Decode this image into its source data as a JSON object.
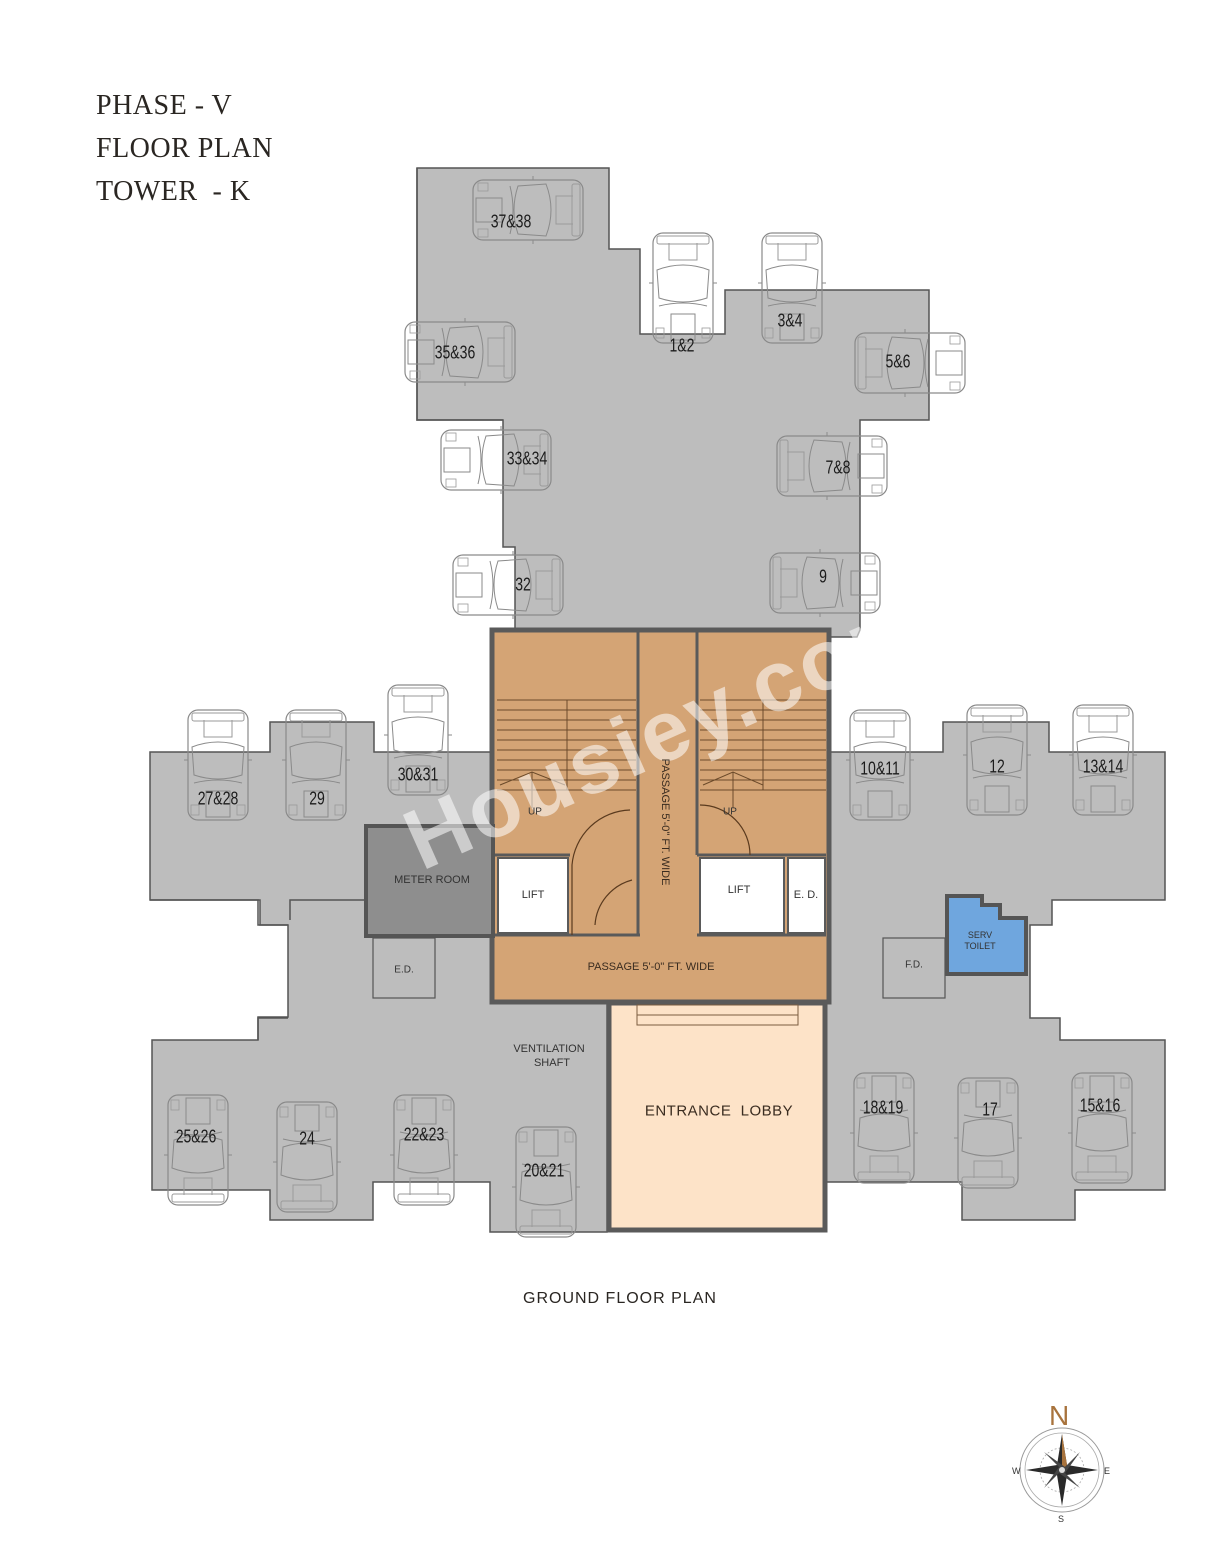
{
  "header": {
    "line1": "PHASE - V",
    "line2": "FLOOR PLAN",
    "line3": "TOWER  - K"
  },
  "plan": {
    "title": "GROUND FLOOR PLAN",
    "watermark": "Housiey.com",
    "colors": {
      "parking": "#bdbdbd",
      "core": "#d4a475",
      "lobby": "#fde3c8",
      "meter_room": "#8e8e8e",
      "toilet": "#6fa6de",
      "wall": "#5a5a5a",
      "compass_n": "#a8733d"
    },
    "parking_slots": [
      {
        "id": "37&38"
      },
      {
        "id": "35&36"
      },
      {
        "id": "1&2"
      },
      {
        "id": "3&4"
      },
      {
        "id": "5&6"
      },
      {
        "id": "33&34"
      },
      {
        "id": "7&8"
      },
      {
        "id": "32"
      },
      {
        "id": "9"
      },
      {
        "id": "27&28"
      },
      {
        "id": "29"
      },
      {
        "id": "30&31"
      },
      {
        "id": "10&11"
      },
      {
        "id": "12"
      },
      {
        "id": "13&14"
      },
      {
        "id": "25&26"
      },
      {
        "id": "24"
      },
      {
        "id": "22&23"
      },
      {
        "id": "20&21"
      },
      {
        "id": "18&19"
      },
      {
        "id": "17"
      },
      {
        "id": "15&16"
      }
    ],
    "rooms": {
      "meter_room": "METER ROOM",
      "lift_left": "LIFT",
      "lift_right": "LIFT",
      "ed_right": "E. D.",
      "ed_left": "E.D.",
      "fd": "F.D.",
      "toilet": "SERV\nTOILET",
      "toilet_line1": "SERV",
      "toilet_line2": "TOILET",
      "passage_vertical": "PASSAGE 5'-0\" FT. WIDE",
      "passage_horizontal": "PASSAGE 5'-0\" FT. WIDE",
      "stair_up_left": "UP",
      "stair_up_right": "UP",
      "ventilation_line1": "VENTILATION",
      "ventilation_line2": "SHAFT",
      "entrance_lobby": "ENTRANCE  LOBBY"
    }
  },
  "compass": {
    "north": "N",
    "south": "S",
    "east": "E",
    "west": "W"
  }
}
